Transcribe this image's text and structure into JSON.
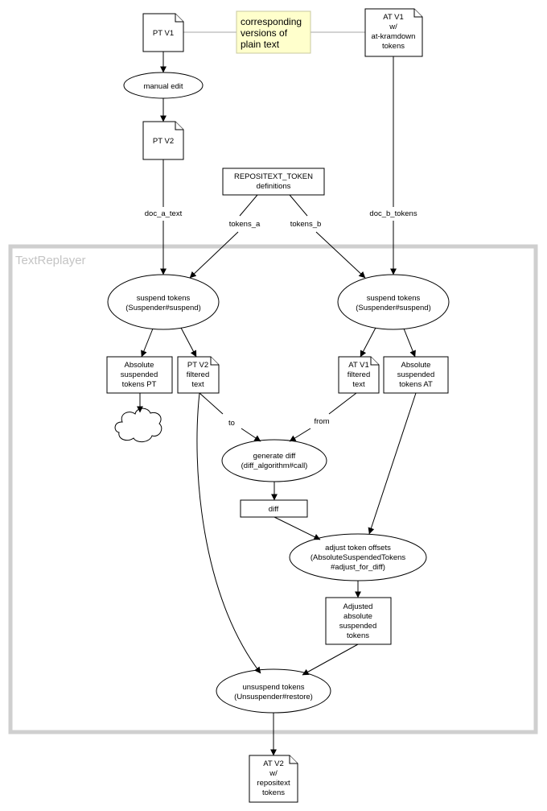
{
  "frame": {
    "title": "TextReplayer"
  },
  "note": {
    "lines": [
      "corresponding",
      "versions of",
      "plain text"
    ]
  },
  "nodes": {
    "pt_v1": {
      "lines": [
        "PT V1"
      ]
    },
    "manual_edit": {
      "lines": [
        "manual edit"
      ]
    },
    "pt_v2": {
      "lines": [
        "PT V2"
      ]
    },
    "at_v1": {
      "lines": [
        "AT V1",
        "w/",
        "at-kramdown",
        "tokens"
      ]
    },
    "token_defs": {
      "lines": [
        "REPOSITEXT_TOKEN",
        "definitions"
      ]
    },
    "suspend_left": {
      "lines": [
        "suspend tokens",
        "(Suspender#suspend)"
      ]
    },
    "suspend_right": {
      "lines": [
        "suspend tokens",
        "(Suspender#suspend)"
      ]
    },
    "abs_pt": {
      "lines": [
        "Absolute",
        "suspended",
        "tokens PT"
      ]
    },
    "pt_v2_filtered": {
      "lines": [
        "PT V2",
        "filtered",
        "text"
      ]
    },
    "at_v1_filtered": {
      "lines": [
        "AT V1",
        "filtered",
        "text"
      ]
    },
    "abs_at": {
      "lines": [
        "Absolute",
        "suspended",
        "tokens AT"
      ]
    },
    "generate_diff": {
      "lines": [
        "generate diff",
        "(diff_algorithm#call)"
      ]
    },
    "diff": {
      "lines": [
        "diff"
      ]
    },
    "adjust_offsets": {
      "lines": [
        "adjust token offsets",
        "(AbsoluteSuspendedTokens",
        "#adjust_for_diff)"
      ]
    },
    "adjusted_abs": {
      "lines": [
        "Adjusted",
        "absolute",
        "suspended",
        "tokens"
      ]
    },
    "unsuspend": {
      "lines": [
        "unsuspend tokens",
        "(Unsuspender#restore)"
      ]
    },
    "at_v2": {
      "lines": [
        "AT V2",
        "w/",
        "repositext",
        "tokens"
      ]
    }
  },
  "edge_labels": {
    "doc_a_text": "doc_a_text",
    "doc_b_tokens": "doc_b_tokens",
    "tokens_a": "tokens_a",
    "tokens_b": "tokens_b",
    "to": "to",
    "from": "from"
  }
}
